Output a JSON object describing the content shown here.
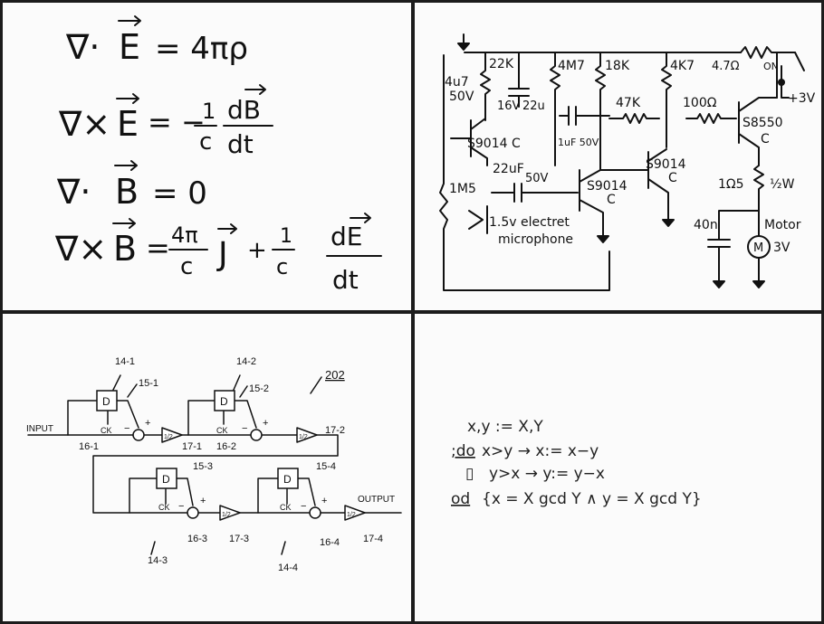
{
  "maxwell": {
    "eq1": {
      "op": "∇·",
      "field": "E",
      "rhs": "= 4πρ"
    },
    "eq2": {
      "op": "∇×",
      "field": "E",
      "eq": "= −",
      "frac1_num": "1",
      "frac1_den": "c",
      "frac2_num": "dB",
      "frac2_den": "dt"
    },
    "eq3": {
      "op": "∇·",
      "field": "B",
      "rhs": "= 0"
    },
    "eq4": {
      "op": "∇×",
      "field": "B",
      "eq": "=",
      "frac1_num": "4π",
      "frac1_den": "c",
      "j": "J",
      "plus": "+",
      "frac2_num": "1",
      "frac2_den": "c",
      "frac3_num": "dE",
      "frac3_den": "dt"
    }
  },
  "circuit": {
    "labels": {
      "c4u7": "4u7",
      "v50a": "50V",
      "r22k": "22K",
      "c16v": "16V",
      "c22u": "22u",
      "r4m7": "4M7",
      "r18k": "18K",
      "r4k7": "4K7",
      "r47": "4.7Ω",
      "on": "ON",
      "plus3v": "+3V",
      "r47k": "47K",
      "r100": "100Ω",
      "q1": "S9014 C",
      "c1uf": "1uF 50V",
      "q3": "S8550",
      "q3c": "C",
      "c22uf": "22uF",
      "v50b": "50V",
      "q4": "S9014",
      "q4c": "C",
      "r1m5": "1M5",
      "q2": "S9014",
      "q2c": "C",
      "r1r5": "1Ω5",
      "watt": "½W",
      "mic1": "1.5v electret",
      "mic2": "microphone",
      "c40n": "40n",
      "motor": "Motor",
      "m": "M",
      "v3": "3V"
    }
  },
  "patent": {
    "labels": {
      "b14_1": "14-1",
      "b14_2": "14-2",
      "b15_1": "15-1",
      "b15_2": "15-2",
      "n202": "202",
      "input": "INPUT",
      "d": "D",
      "ck": "CK",
      "half": "1/2",
      "minus": "−",
      "plus": "+",
      "b17_2": "17-2",
      "b16_1": "16-1",
      "b17_1": "17-1",
      "b16_2": "16-2",
      "b15_3": "15-3",
      "b15_4": "15-4",
      "output": "OUTPUT",
      "b16_3": "16-3",
      "b17_3": "17-3",
      "b16_4": "16-4",
      "b17_4": "17-4",
      "b14_3": "14-3",
      "b14_4": "14-4"
    }
  },
  "algorithm": {
    "line1": "x,y := X,Y",
    "line2_kw": ";do",
    "line2": "x>y → x:= x−y",
    "line3_kw": "▯",
    "line3": "y>x → y:= y−x",
    "line4_kw": "od",
    "line4": "{x = X gcd Y  ∧  y = X gcd Y}"
  }
}
